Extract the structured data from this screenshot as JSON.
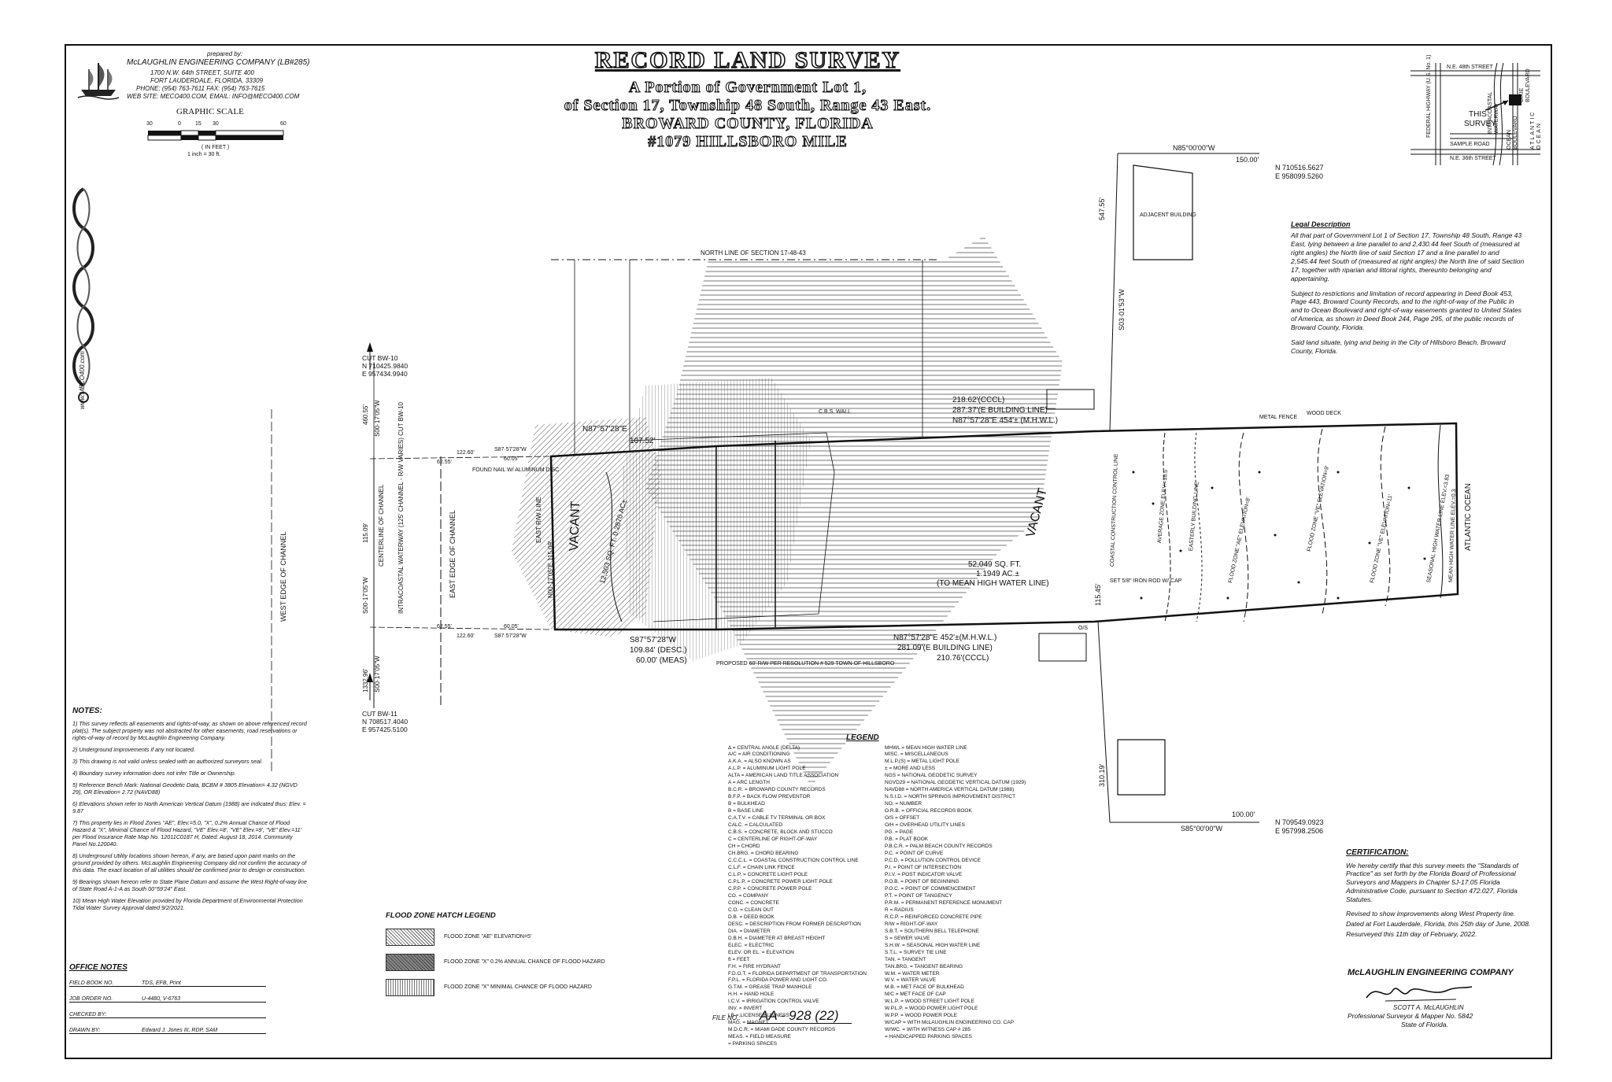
{
  "preparer": {
    "prepared_by": "prepared by:",
    "company": "McLAUGHLIN ENGINEERING COMPANY (LB#285)",
    "address1": "1700 N.W. 64th STREET, SUITE 400",
    "address2": "FORT LAUDERDALE, FLORIDA, 33309",
    "phone": "PHONE: (954) 763-7611 FAX: (954) 763-7615",
    "web": "WEB SITE: MECO400.COM, EMAIL: INFO@MECO400.COM",
    "side_web": "www.MECO400.com"
  },
  "scale": {
    "title": "GRAPHIC SCALE",
    "ticks": [
      "30",
      "0",
      "15",
      "30",
      "60"
    ],
    "unit": "( IN FEET )",
    "ratio": "1 inch = 30 ft."
  },
  "title": {
    "main": "RECORD LAND SURVEY",
    "line1": "A Portion of Government Lot 1,",
    "line2": "of Section 17, Township 48 South, Range 43 East.",
    "line3": "BROWARD COUNTY, FLORIDA",
    "line4": "#1079 HILLSBORO MILE"
  },
  "location_map": {
    "street_top": "N.E. 48th STREET",
    "highway": "FEDERAL HIGHWAY (U.S. No. 1)",
    "waterway": "INTRACOASTAL WATERWAY",
    "blvd": "OCEAN BOULEVARD",
    "dixie": "DIXIE BOULEVARD",
    "ocean": "ATLANTIC OCEAN",
    "sample": "SAMPLE ROAD",
    "street_bottom": "N.E. 36th STREET",
    "this": "THIS",
    "survey": "SURVEY"
  },
  "legal": {
    "title": "Legal Description",
    "p1": "All that part of Government Lot 1 of Section 17, Township 48 South, Range 43 East, lying between a line parallel to and 2,430.44 feet South of (measured at right angles) the North line of said Section 17 and a line parallel to and 2,545.44 feet South of (measured at right angles) the North line of said Section 17, together with riparian and littoral rights, thereunto belonging and appertaining.",
    "p2": "Subject to restrictions and limitation of record appearing in Deed Book 453, Page 443, Broward County Records, and to the right-of-way of the Public in and to Ocean Boulevard and right-of-way easements granted to United States of America, as shown in Deed Book 244, Page 295, of the public records of Broward County, Florida.",
    "p3": "Said land situate, lying and being in the City of Hillsboro Beach, Broward County, Florida."
  },
  "notes": {
    "title": "NOTES:",
    "items": [
      "1) This survey reflects all easements and rights-of-way, as shown on above referenced record plat(s). The subject property was not abstracted for other easements, road reservations or rights-of-way of record by McLaughlin Engineering Company.",
      "2) Underground improvements if any not located.",
      "3) This drawing is not valid unless sealed with an authorized surveyors seal.",
      "4) Boundary survey information does not infer Title or Ownership.",
      "5) Reference Bench Mark: National Geodetic Data, BCBM # 3805 Elevation= 4.32 (NGVD 29), OR Elevation= 2.72 (NAVD88)",
      "6) Elevations shown refer to North American Vertical Datum (1988) are indicated thus: Elev. = 9.87",
      "7) This property lies in Flood Zones \"AE\", Elev.=5.0, \"X\", 0.2% Annual Chance of Flood Hazard & \"X\", Minimal Chance of Flood Hazard, \"VE\" Elev.=8', \"VE\" Elev.=9', \"VE\" Elev.=11' per Flood Insurance Rate Map No. 12011C0187 H, Dated: August 18, 2014. Community Panel No.120040.",
      "8) Underground Utility locations shown hereon, if any, are based upon paint marks on the ground provided by others. McLaughlin Engineering Company did not confirm the accuracy of this data. The exact location of all utilities should be confirmed prior to design or construction.",
      "9) Bearings shown hereon refer to State Plane Datum and assume the West Right-of-way line of State Road A-1-A as South 00°59'24\" East.",
      "10) Mean High Water Elevation provided by Florida Department of Environmental Protection Tidal Water Survey Approval dated 9/2/2021."
    ]
  },
  "flood_legend": {
    "title": "FLOOD ZONE HATCH LEGEND",
    "items": [
      "FLOOD ZONE \"AE\" ELEVATION=5'",
      "FLOOD ZONE \"X\" 0.2% ANNUAL CHANCE OF FLOOD HAZARD",
      "FLOOD ZONE \"X\" MINIMAL CHANCE OF FLOOD HAZARD"
    ]
  },
  "office": {
    "title": "OFFICE NOTES",
    "rows": [
      {
        "label": "FIELD BOOK NO.",
        "value": "TDS, EFB, Print"
      },
      {
        "label": "JOB ORDER NO.",
        "value": "U-4480, V-6763"
      },
      {
        "label": "CHECKED BY:",
        "value": ""
      },
      {
        "label": "DRAWN BY:",
        "value": "Edward J. Jones III, RDP, SAM"
      }
    ]
  },
  "legend": {
    "title": "LEGEND",
    "items": [
      "Δ = CENTRAL ANGLE (DELTA)",
      "A/C = AIR CONDITIONING",
      "A.K.A. = ALSO KNOWN AS",
      "A.L.P. = ALUMINUM LIGHT POLE",
      "ALTA = AMERICAN LAND TITLE ASSOCIATION",
      "A = ARC LENGTH",
      "B.C.R. = BROWARD COUNTY RECORDS",
      "B.F.P. = BACK FLOW PREVENTOR",
      "B = BULKHEAD",
      "B = BASE LINE",
      "C.A.T.V. = CABLE TV TERMINAL OR BOX",
      "CALC. = CALCULATED",
      "C.B.S. = CONCRETE, BLOCK AND STUCCO",
      "C = CENTERLINE OF RIGHT-OF-WAY",
      "CH = CHORD",
      "CH.BRG. = CHORD BEARING",
      "C.C.C.L. = COASTAL CONSTRUCTION CONTROL LINE",
      "C.L.F. = CHAIN LINK FENCE",
      "C.L.P. = CONCRETE LIGHT POLE",
      "C.P.L.P. = CONCRETE POWER LIGHT POLE",
      "C.P.P. = CONCRETE POWER POLE",
      "CO. = COMPANY",
      "CONC. = CONCRETE",
      "C.O. = CLEAN OUT",
      "D.B. = DEED BOOK",
      "DESC. = DESCRIPTION FROM FORMER DESCRIPTION",
      "DIA. = DIAMETER",
      "D.B.H. = DIAMETER AT BREAST HEIGHT",
      "ELEC. = ELECTRIC",
      "ELEV. OR EL. = ELEVATION",
      "ft = FEET",
      "F.H. = FIRE HYDRANT",
      "F.D.O.T. = FLORIDA DEPARTMENT OF TRANSPORTATION",
      "F.P.L. = FLORIDA POWER AND LIGHT CO.",
      "G.T.M. = GREASE TRAP MANHOLE",
      "H.H. = HAND HOLE",
      "I.C.V. = IRRIGATION CONTROL VALVE",
      "INV. = INVERT",
      "LB = LICENSE BUSINESS",
      "MAG. = MAGNET",
      "M.D.C.R. = MIAMI DADE COUNTY RECORDS",
      "MEAS. = FIELD MEASURE",
      "= PARKING SPACES",
      "MHWL = MEAN HIGH WATER LINE",
      "MISC. = MISCELLANEOUS",
      "M.L.P.(S) = METAL LIGHT POLE",
      "± = MORE AND LESS",
      "NGS = NATIONAL GEODETIC SURVEY",
      "NGVD29 = NATIONAL GEODETIC VERTICAL DATUM (1929)",
      "NAVD88 = NORTH AMERICA VERTICAL DATUM (1988)",
      "N.S.I.D. = NORTH SPRINGS IMPROVEMENT DISTRICT",
      "NO. = NUMBER",
      "O.R.B. = OFFICIAL RECORDS BOOK",
      "O/S = OFFSET",
      "O/H = OVERHEAD UTILITY LINES",
      "PG. = PAGE",
      "P.B. = PLAT BOOK",
      "P.B.C.R. = PALM BEACH COUNTY RECORDS",
      "P.C. = POINT OF CURVE",
      "P.C.D. = POLLUTION CONTROL DEVICE",
      "P.I. = POINT OF INTERSECTION",
      "P.I.V. = POST INDICATOR VALVE",
      "P.O.B. = POINT OF BEGINNING",
      "P.O.C. = POINT OF COMMENCEMENT",
      "P.T. = POINT OF TANGENCY",
      "P.R.M. = PERMANENT REFERENCE MONUMENT",
      "R = RADIUS",
      "R.C.P. = REINFORCED CONCRETE PIPE",
      "R/W = RIGHT-OF-WAY",
      "S.B.T. = SOUTHERN BELL TELEPHONE",
      "S = SEWER VALVE",
      "S.H.W. = SEASONAL HIGH WATER LINE",
      "S.T.L. = SURVEY TIE LINE",
      "TAN. = TANGENT",
      "TAN.BRG. = TANGENT BEARING",
      "W.M. = WATER METER",
      "W.V. = WATER VALVE",
      "M.B. = MET FACE OF BULKHEAD",
      "M/C = MET FACE OF CAP",
      "W.L.P. = WOOD STREET LIGHT POLE",
      "W.P.L.P. = WOOD POWER LIGHT POLE",
      "W.P.P. = WOOD POWER POLE",
      "W/CAP = WITH McLAUGHLIN ENGINEERING CO. CAP",
      "W/WC. = WITH WITNESS CAP # 285",
      "= HANDICAPPED PARKING SPACES"
    ]
  },
  "file_no": {
    "label": "FILE NO.:",
    "value": "AA - 928 (22)"
  },
  "certification": {
    "title": "CERTIFICATION:",
    "p1": "We hereby certify that this survey meets the \"Standards of Practice\" as set forth by the Florida Board of Professional Surveyors and Mappers in Chapter 5J-17.05 Florida Administrative Code, pursuant to Section 472.027, Florida Statutes.",
    "p2": "Revised to show improvements along West Property line.",
    "p3": "Dated at Fort Lauderdale, Florida, this 25th day of June, 2008.",
    "p4": "Resurveyed this 11th day of February, 2022.",
    "company": "McLAUGHLIN ENGINEERING COMPANY",
    "name": "SCOTT A. McLAUGHLIN",
    "role": "Professional Surveyor & Mapper No. 5842",
    "state": "State of Florida."
  },
  "drawing": {
    "north_line": "NORTH LINE OF SECTION 17-48-43",
    "ne_coord_n": "N 710516.5627",
    "ne_coord_e": "E 958099.5260",
    "se_coord_n": "N 709549.0923",
    "se_coord_e": "E 957998.2506",
    "cut_bw10": "CUT BW-10",
    "cut_bw10_n": "N 710425.9840",
    "cut_bw10_e": "E 957434.9940",
    "cut_bw11": "CUT BW-11",
    "cut_bw11_n": "N 708517.4040",
    "cut_bw11_e": "E 957425.5100",
    "top_bearing": "N85°00'00\"W",
    "top_dist": "150.00'",
    "bottom_bearing": "S85°00'00\"W",
    "bottom_dist": "100.00'",
    "east_dist_top": "547.55'",
    "east_dist_bottom": "310.19'",
    "east_bearing": "S03·01'53\"W",
    "north_bearing": "N87°57'28\"E",
    "north_ccl": "218.62'(CCCL)",
    "north_bl": "287.37'(E BUILDING LINE)",
    "north_mhwl": "N87°57'28\"E 454'± (M.H.W.L.)",
    "north_west_dist": "107.52'",
    "south_mhwl": "N87°57'28\"E 452'±(M.H.W.L.)",
    "south_bl": "281.09'(E BUILDING LINE)",
    "south_ccl": "210.76'(CCCL)",
    "south_west_bearing": "S87°57'28\"W",
    "south_desc": "109.84' (DESC.)",
    "south_meas": "60.00' (MEAS)",
    "vacant1": "VACANT",
    "vacant2": "VACANT",
    "area_west": "12,503 SQ. FT. 0.2870 AC±",
    "area_main": "52,049 SQ. FT.",
    "area_ac": "1.1949 AC.±",
    "area_to": "(TO MEAN HIGH WATER LINE)",
    "west_channel": "WEST EDGE OF CHANNEL",
    "east_channel": "EAST EDGE OF CHANNEL",
    "centerline": "CENTERLINE OF CHANNEL",
    "intracoastal": "INTRACOASTAL WATERWAY (125' CHANNEL - R/W VARIES) CUT BW-10",
    "east_rw": "EAST R/W LINE",
    "west_rw_bearing": "N00·17'05\"E 115.09'",
    "side_dist_top": "460.55'",
    "side_bearing_top": "S00·17'05\"W",
    "side_dist_mid": "115.09'",
    "side_bearing_mid": "S00·17'05\"W",
    "side_dist_bot": "1332.96'",
    "side_bearing_bot": "S00·17'05\"W",
    "d122_60a": "122.60'",
    "d62_55a": "62.55'",
    "d60_05a": "60.05'",
    "b587a": "S87·57'28\"W",
    "d122_60b": "122.60'",
    "d62_55b": "62.55'",
    "d60_05b": "60.05'",
    "b587b": "S87·57'28\"W",
    "ocean": "ATLANTIC OCEAN",
    "mhwl_line": "MEAN HIGH WATER LINE ELEV.=0.3",
    "shwl": "SEASONAL HIGH WATER LINE ELEV.=3.83",
    "ve_line": "FLOOD ZONE \"VE\" ELEVATION=11'",
    "ve_line2": "FLOOD ZONE \"VE\" ELEVATION=9'",
    "ae_line": "FLOOD ZONE \"AE\" ELEVATION=8'",
    "ae_line2": "AVERAGE ZONE ELEV.=18.5",
    "ebl": "EASTERLY BUILDING LINE",
    "cccl": "COASTAL CONSTRUCTION CONTROL LINE",
    "proposed_row": "PROPOSED 60' R/W PER RESOLUTION # 529 TOWN OF HILLSBORO",
    "adjacent_building": "ADJACENT BUILDING",
    "found_nail": "FOUND NAIL W/ ALUMINUM DISC",
    "set_iron_rod": "SET 5/8\" IRON ROD W/ CAP",
    "metal_fence": "METAL FENCE",
    "wood_deck": "WOOD DECK",
    "cbs_wall": "C.B.S. WALL",
    "o_s": "O/S",
    "d115_45": "115.45'"
  }
}
